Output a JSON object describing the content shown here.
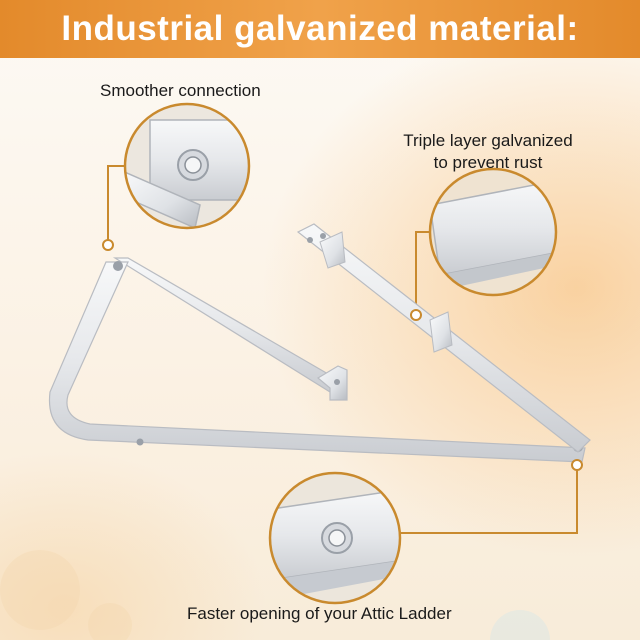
{
  "banner": {
    "title": "Industrial galvanized material:",
    "color": "#e8922f"
  },
  "callouts": {
    "top_left": "Smoother connection",
    "right_line1": "Triple layer galvanized",
    "right_line2": "to prevent rust",
    "bottom": "Faster opening of your Attic Ladder"
  },
  "colors": {
    "accent_line": "#c98a2e",
    "metal": "#e9eaec",
    "metal_edge": "#b9bcc2"
  }
}
